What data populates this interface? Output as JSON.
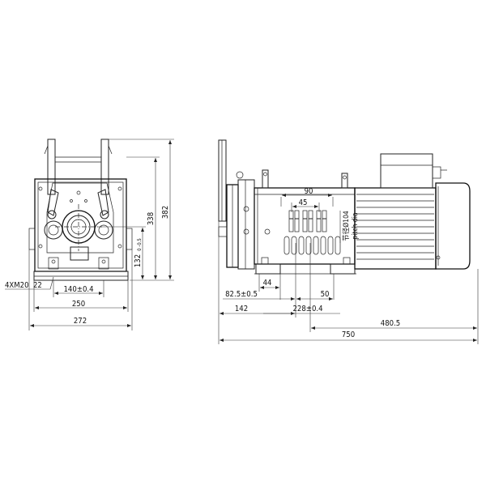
{
  "dimensions": {
    "front": {
      "height_total": "382",
      "height_mid": "338",
      "height_shaft": "132",
      "height_shaft_tol": "0\n-0.5",
      "holes": "4XM20",
      "hole_depth": "22",
      "bolt_spacing": "140±0.4",
      "base_width": "250",
      "overall_width": "272"
    },
    "side": {
      "sheave_span": "90",
      "groove_span": "45",
      "pitch_dia_cn": "节径Ø104",
      "pitch_dia_en": "pitch dia",
      "foot_width": "44",
      "offset_left": "82.5±0.5",
      "foot_gap": "50",
      "dist_142": "142",
      "dist_228": "228±0.4",
      "dist_4805": "480.5",
      "overall_length": "750"
    }
  }
}
